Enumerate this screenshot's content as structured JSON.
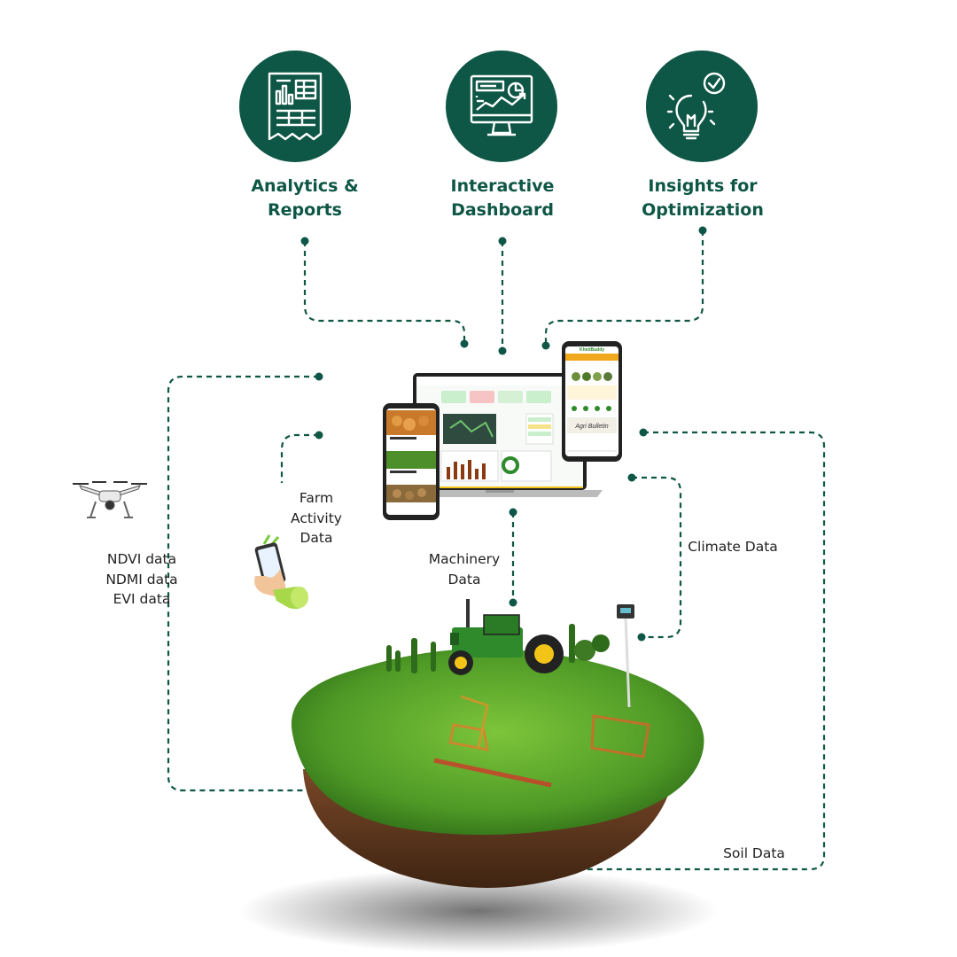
{
  "top_features": [
    {
      "label_line1": "Analytics &",
      "label_line2": "Reports",
      "icon": "report-document-icon"
    },
    {
      "label_line1": "Interactive",
      "label_line2": "Dashboard",
      "icon": "dashboard-monitor-icon"
    },
    {
      "label_line1": "Insights for",
      "label_line2": "Optimization",
      "icon": "lightbulb-check-icon"
    }
  ],
  "sources": {
    "satellite": {
      "lines": [
        "NDVI data",
        "NDMI data",
        "EVI data"
      ],
      "icon": "drone-icon"
    },
    "farm_activity": {
      "lines": [
        "Farm",
        "Activity",
        "Data"
      ],
      "icon": "hand-phone-icon"
    },
    "machinery": {
      "lines": [
        "Machinery",
        "Data"
      ],
      "icon": "tractor-icon"
    },
    "climate": {
      "label": "Climate Data",
      "icon": "weather-sensor-icon"
    },
    "soil": {
      "label": "Soil Data",
      "icon": "soil-layer-icon"
    }
  },
  "colors": {
    "brand": "#0e5645",
    "connector": "#0e5645",
    "field_green": "#5aa02c",
    "soil_brown": "#6b3f22",
    "tractor_green": "#2f8a2c",
    "tractor_yellow": "#f2c418"
  },
  "devices": {
    "app_brand": "KhetiBuddy",
    "bulletin": "Agri Bulletin"
  }
}
